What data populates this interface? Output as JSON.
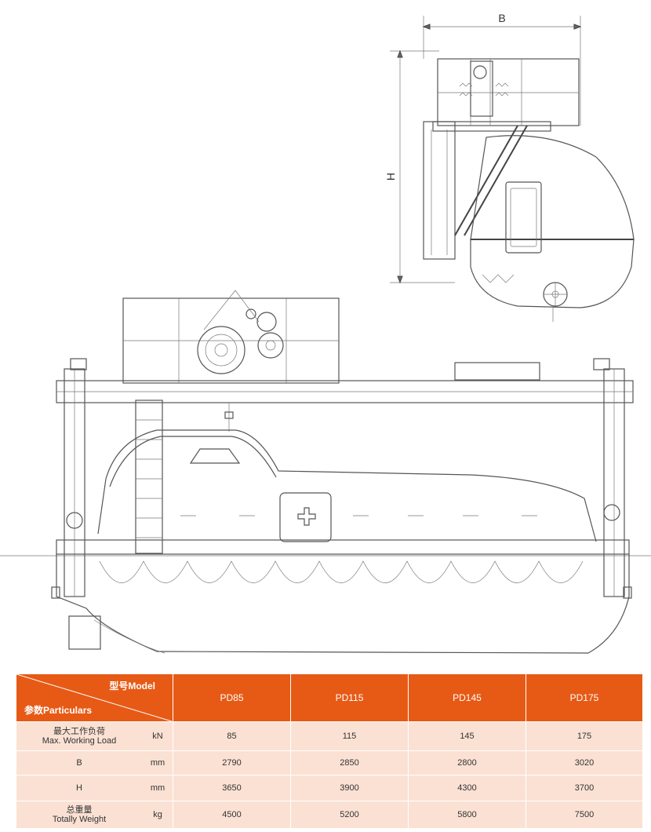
{
  "drawing": {
    "dimension_labels": {
      "width": "B",
      "height": "H"
    }
  },
  "table": {
    "header": {
      "model_label": "型号Model",
      "particulars_label": "参数Particulars",
      "models": [
        "PD85",
        "PD115",
        "PD145",
        "PD175"
      ]
    },
    "rows": [
      {
        "name_cn": "最大工作负荷",
        "name_en": "Max. Working Load",
        "unit": "kN",
        "values": [
          "85",
          "115",
          "145",
          "175"
        ]
      },
      {
        "name_cn": "B",
        "name_en": "",
        "unit": "mm",
        "values": [
          "2790",
          "2850",
          "2800",
          "3020"
        ]
      },
      {
        "name_cn": "H",
        "name_en": "",
        "unit": "mm",
        "values": [
          "3650",
          "3900",
          "4300",
          "3700"
        ]
      },
      {
        "name_cn": "总重量",
        "name_en": "Totally Weight",
        "unit": "kg",
        "values": [
          "4500",
          "5200",
          "5800",
          "7500"
        ]
      }
    ]
  },
  "colors": {
    "header_bg": "#e75a16",
    "body_bg": "#fbe1d3",
    "line": "#555555"
  }
}
